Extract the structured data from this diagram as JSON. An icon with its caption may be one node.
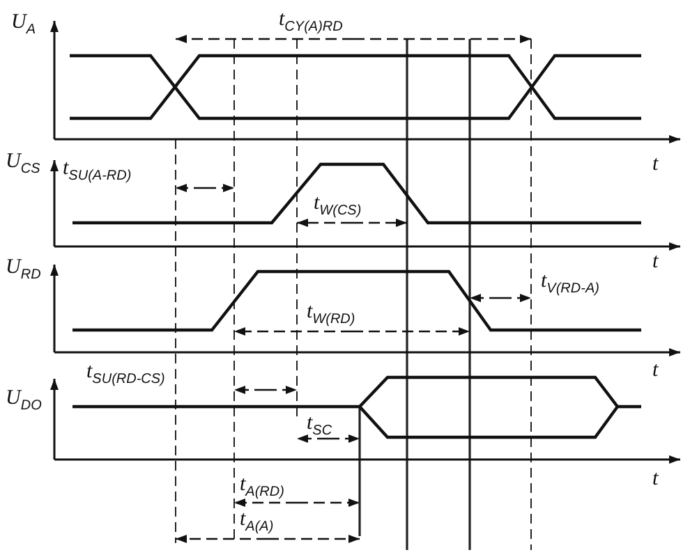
{
  "diagram": {
    "labels": [
      "U$_{A}$",
      "t$_{CY(A)RD}$",
      "U$_{CS}$",
      "t$_{SU(A-RD)}$",
      "t",
      "t$_{W(CS)}$",
      "U$_{RD}$",
      "t",
      "t$_{V(RD-A)}$",
      "t$_{W(RD)}$",
      "t$_{SU(RD-CS)}$",
      "U$_{DO}$",
      "t",
      "t$_{SC}$",
      "t",
      "t$_{A(RD)}$",
      "t$_{A(A)}$"
    ]
  }
}
